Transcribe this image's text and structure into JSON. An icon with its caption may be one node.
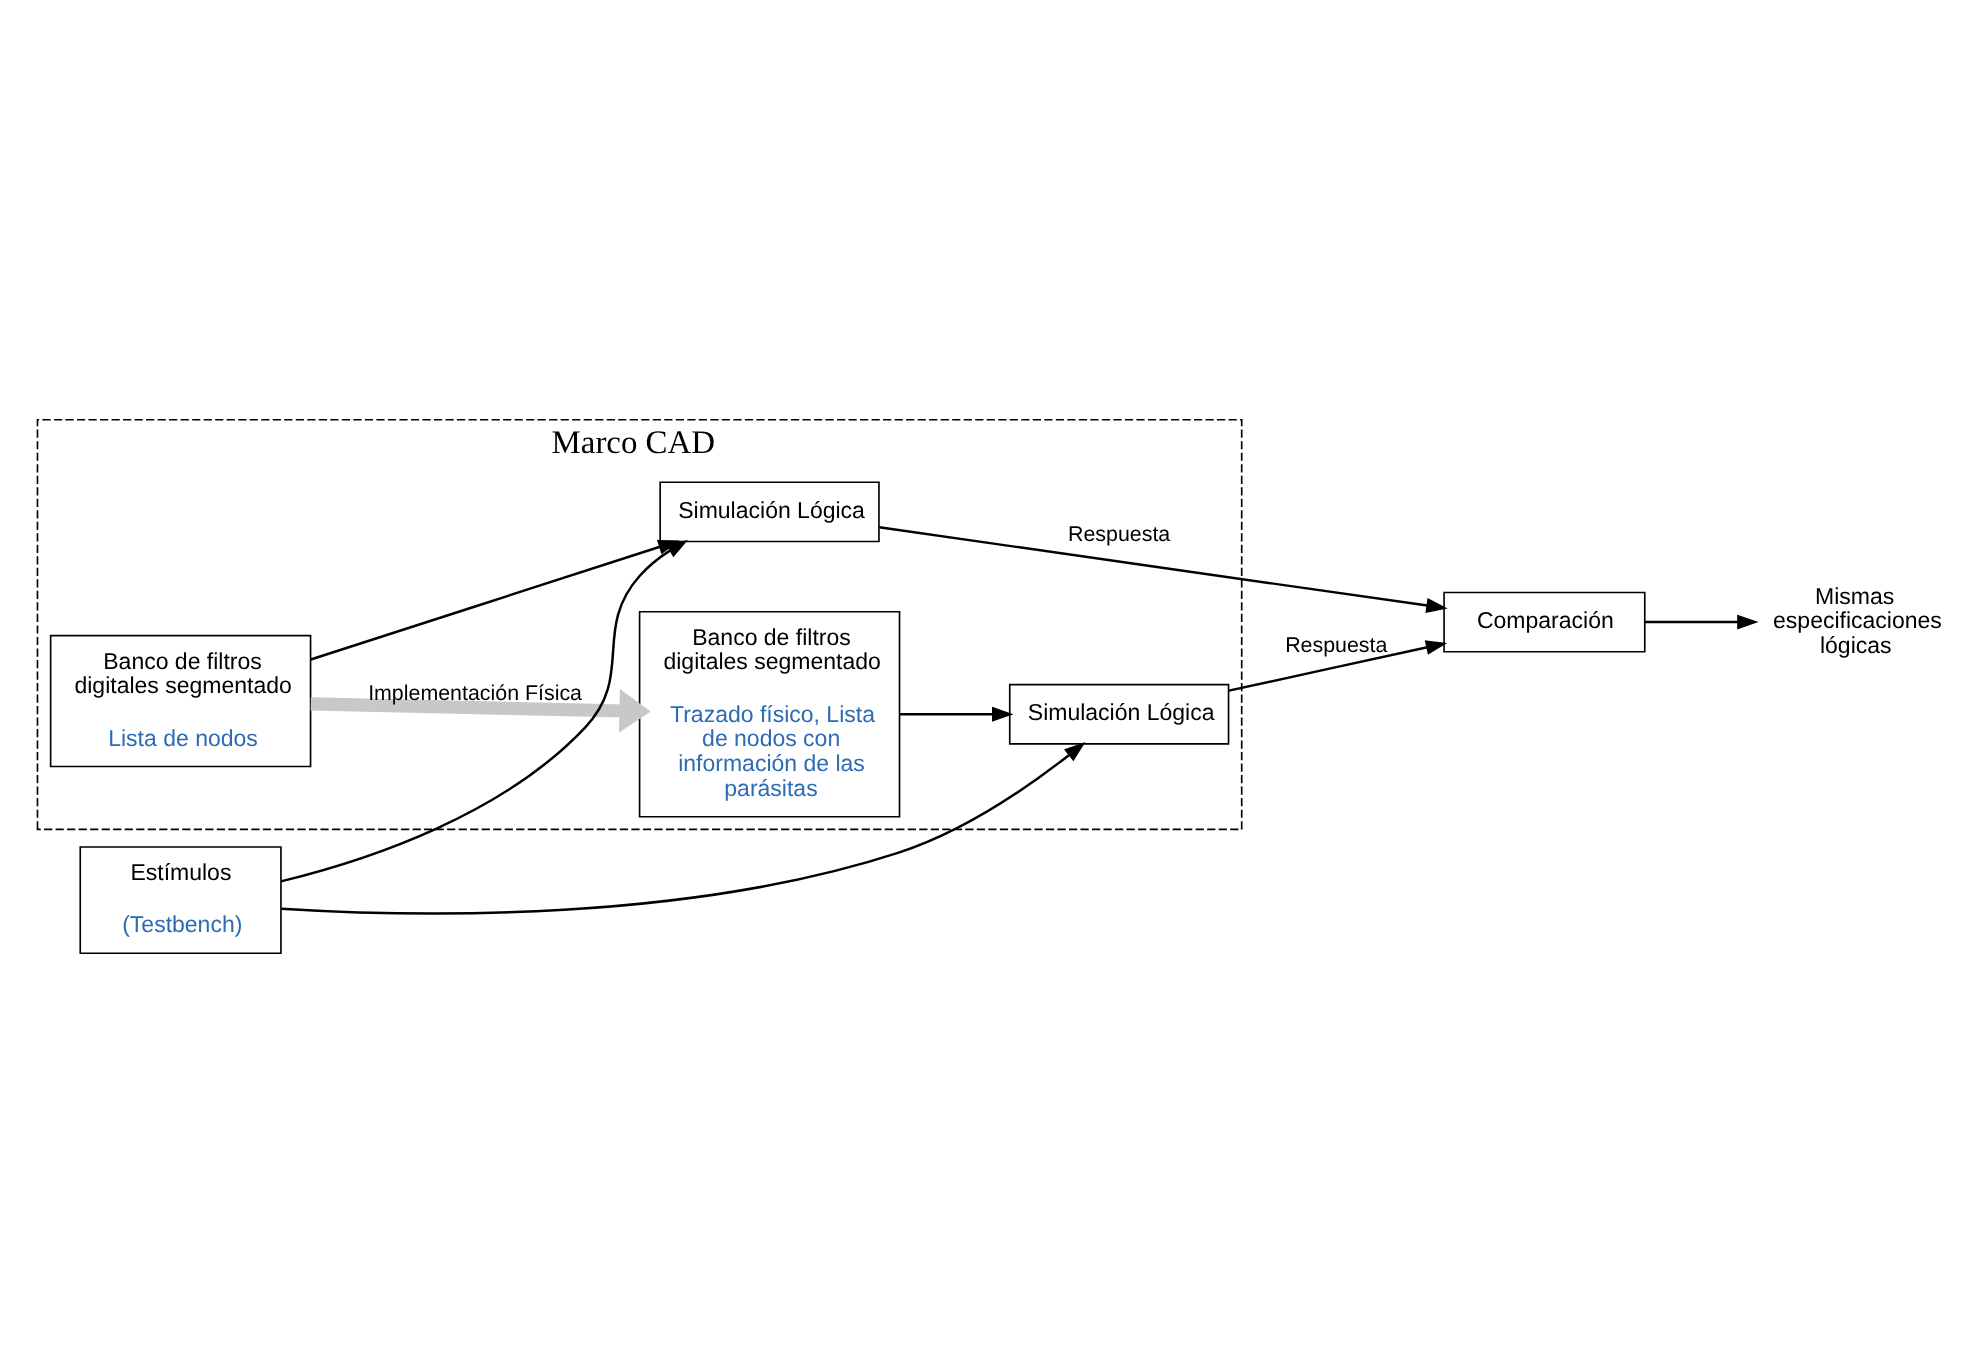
{
  "diagram": {
    "nodes": [
      {
        "text": [
          "Marco CAD"
        ]
      },
      {
        "text": [
          "Banco de filtros digitales segmentado",
          "Lista de nodos"
        ],
        "in": 0
      },
      {
        "text": [
          "Banco de filtros digitales segmentado",
          "Trazado físico, Lista de nodos con información de las parásitas"
        ],
        "in": 0
      },
      {
        "text": [
          "Simulación Lógica"
        ],
        "in": 0
      },
      {
        "text": [
          "Simulación Lógica"
        ],
        "in": 0
      },
      {
        "text": [
          "Comparación"
        ]
      },
      {
        "text": [
          "Estímulos",
          "(Testbench)"
        ]
      },
      {
        "text": [
          "Mismas especificaciones lógicas"
        ]
      }
    ],
    "edges": [
      {
        "from": 1,
        "to": 3,
        "arrow": "to"
      },
      {
        "from": 6,
        "to": 3,
        "arrow": "to"
      },
      {
        "from": 1,
        "to": 2,
        "arrow": "to",
        "label": "Implementación Física",
        "style": "thick",
        "color": "#c8c8c8"
      },
      {
        "from": 2,
        "to": 4,
        "arrow": "to"
      },
      {
        "from": 6,
        "to": 4,
        "arrow": "to"
      },
      {
        "from": 3,
        "to": 5,
        "arrow": "to",
        "label": "Respuesta"
      },
      {
        "from": 4,
        "to": 5,
        "arrow": "to",
        "label": "Respuesta"
      },
      {
        "from": 5,
        "to": 7,
        "arrow": "to"
      }
    ]
  }
}
